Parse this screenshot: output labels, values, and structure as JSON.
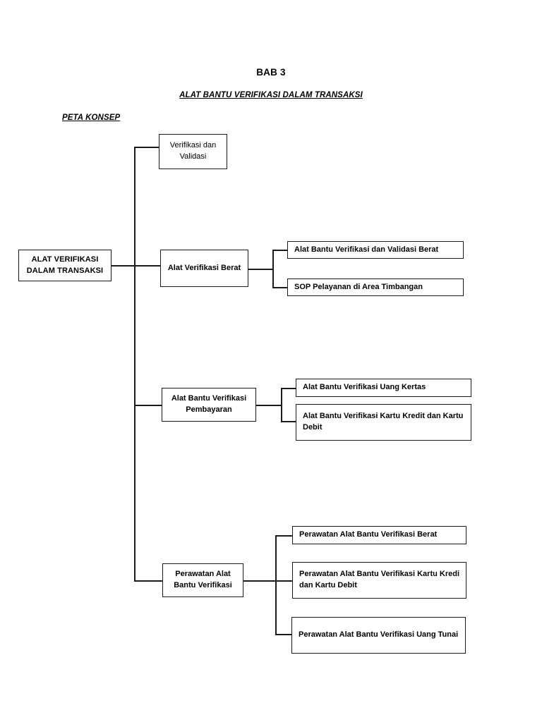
{
  "document": {
    "chapter_label": "BAB 3",
    "title": "ALAT BANTU VERIFIKASI DALAM TRANSAKSI",
    "section_label": "PETA KONSEP"
  },
  "colors": {
    "line": "#1a1a1a",
    "box_border": "#1a1a1a",
    "background": "#ffffff",
    "text": "#000000"
  },
  "chart_data": {
    "type": "diagram",
    "diagram_type": "concept-map-tree",
    "title": "ALAT BANTU VERIFIKASI DALAM TRANSAKSI",
    "orientation": "left-to-right",
    "root": {
      "id": "root",
      "label": "ALAT VERIFIKASI DALAM TRANSAKSI"
    },
    "nodes": [
      {
        "id": "n1",
        "level": 2,
        "label": "Verifikasi dan Validasi",
        "parent": "root",
        "children": []
      },
      {
        "id": "n2",
        "level": 2,
        "label": "Alat Verifikasi Berat",
        "parent": "root",
        "children": [
          "n2a",
          "n2b"
        ]
      },
      {
        "id": "n2a",
        "level": 3,
        "label": "Alat Bantu Verifikasi dan Validasi Berat",
        "parent": "n2"
      },
      {
        "id": "n2b",
        "level": 3,
        "label": "SOP Pelayanan di Area Timbangan",
        "parent": "n2"
      },
      {
        "id": "n3",
        "level": 2,
        "label": "Alat Bantu Verifikasi Pembayaran",
        "parent": "root",
        "children": [
          "n3a",
          "n3b"
        ]
      },
      {
        "id": "n3a",
        "level": 3,
        "label": "Alat Bantu Verifikasi Uang Kertas",
        "parent": "n3"
      },
      {
        "id": "n3b",
        "level": 3,
        "label": "Alat Bantu Verifikasi Kartu Kredit dan Kartu Debit",
        "parent": "n3"
      },
      {
        "id": "n4",
        "level": 2,
        "label": "Perawatan Alat Bantu Verifikasi",
        "parent": "root",
        "children": [
          "n4a",
          "n4b",
          "n4c"
        ]
      },
      {
        "id": "n4a",
        "level": 3,
        "label": "Perawatan Alat Bantu Verifikasi Berat",
        "parent": "n4"
      },
      {
        "id": "n4b",
        "level": 3,
        "label": "Perawatan Alat Bantu Verifikasi Kartu Kredi dan Kartu Debit",
        "parent": "n4"
      },
      {
        "id": "n4c",
        "level": 3,
        "label": "Perawatan Alat Bantu Verifikasi Uang Tunai",
        "parent": "n4"
      }
    ]
  },
  "nodes": {
    "root": {
      "label": "ALAT VERIFIKASI DALAM TRANSAKSI"
    },
    "n1": {
      "label": "Verifikasi dan Validasi"
    },
    "n2": {
      "label": "Alat Verifikasi Berat"
    },
    "n2a": {
      "label": "Alat Bantu Verifikasi dan Validasi Berat"
    },
    "n2b": {
      "label": "SOP Pelayanan di Area Timbangan"
    },
    "n3": {
      "label": "Alat Bantu Verifikasi Pembayaran"
    },
    "n3a": {
      "label": "Alat Bantu Verifikasi Uang Kertas"
    },
    "n3b": {
      "label": "Alat Bantu Verifikasi Kartu Kredit dan Kartu Debit"
    },
    "n4": {
      "label": "Perawatan Alat Bantu Verifikasi"
    },
    "n4a": {
      "label": "Perawatan Alat Bantu Verifikasi Berat"
    },
    "n4b": {
      "label": "Perawatan Alat Bantu Verifikasi Kartu Kredi dan Kartu Debit"
    },
    "n4c": {
      "label": "Perawatan Alat Bantu Verifikasi Uang Tunai"
    }
  }
}
